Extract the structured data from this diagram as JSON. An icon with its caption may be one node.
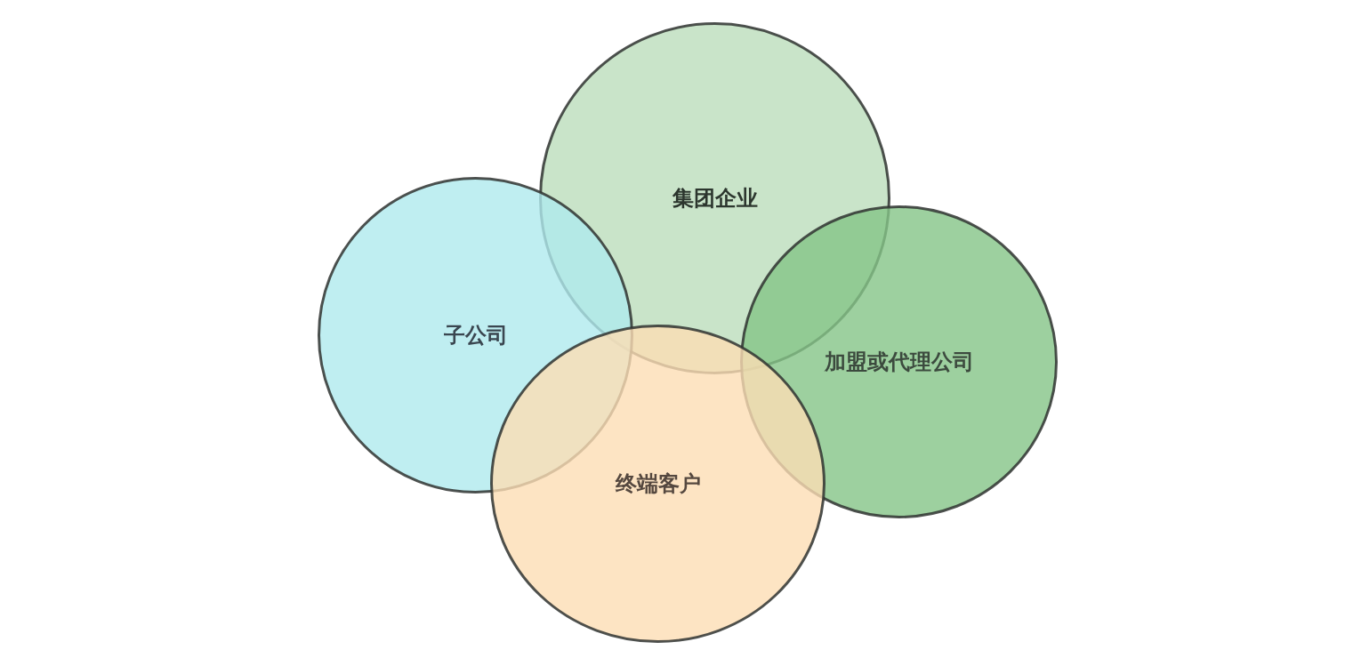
{
  "diagram": {
    "nodes": [
      {
        "text": [
          "集团企业"
        ]
      },
      {
        "text": [
          "子公司"
        ]
      },
      {
        "text": [
          "加盟或代理公司"
        ]
      },
      {
        "text": [
          "终端客户"
        ]
      }
    ]
  }
}
